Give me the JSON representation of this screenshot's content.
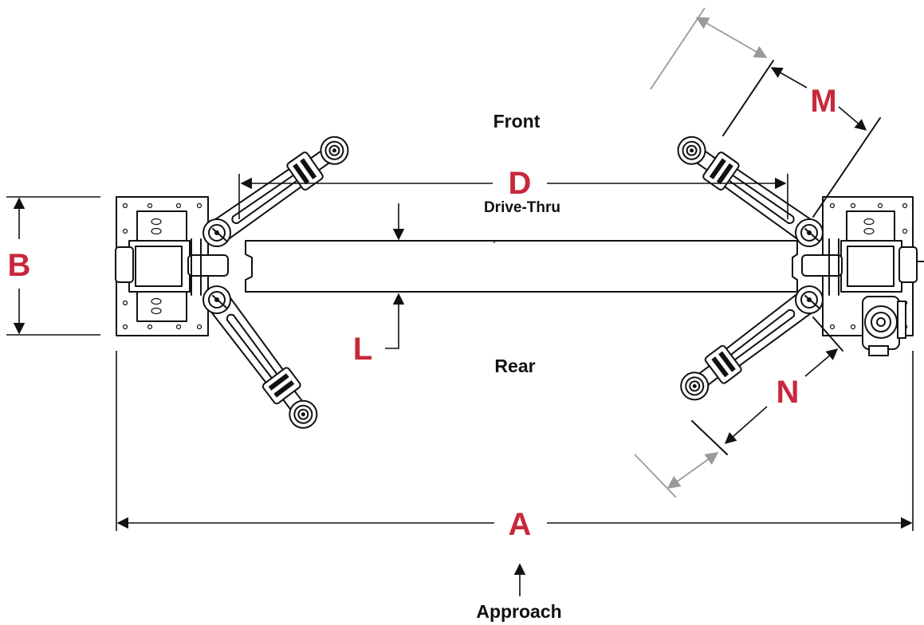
{
  "labels": {
    "front": "Front",
    "rear": "Rear",
    "drive_thru": "Drive-Thru",
    "approach": "Approach"
  },
  "dimensions": {
    "a": "A",
    "b": "B",
    "d": "D",
    "l": "L",
    "m": "M",
    "n": "N"
  },
  "colors": {
    "dimension_label": "#C8283C",
    "ink": "#111111",
    "extension": "#9A9A9A"
  }
}
